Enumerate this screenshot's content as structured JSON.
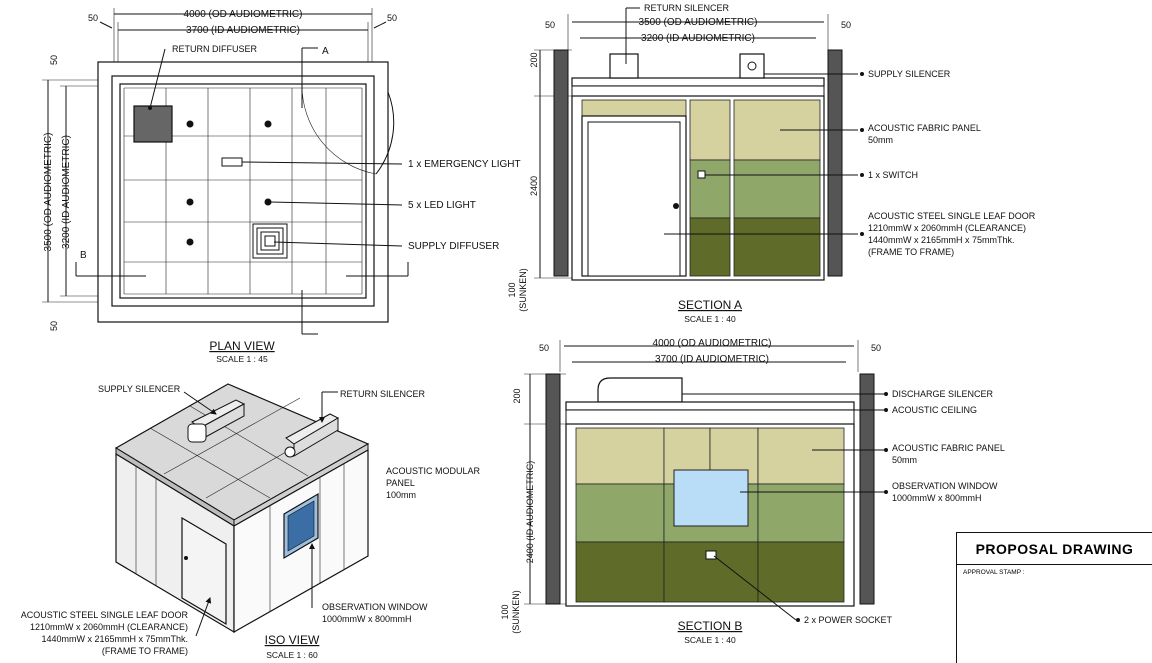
{
  "plan": {
    "title": "PLAN VIEW",
    "scale": "SCALE 1 : 45",
    "dim_od_w": "4000 (OD AUDIOMETRIC)",
    "dim_id_w": "3700 (ID AUDIOMETRIC)",
    "dim_od_h": "3500 (OD AUDIOMETRIC)",
    "dim_id_h": "3200 (ID AUDIOMETRIC)",
    "gap": "50",
    "label_return_diffuser": "RETURN DIFFUSER",
    "label_emergency": "1 x EMERGENCY LIGHT",
    "label_led": "5 x LED LIGHT",
    "label_supply_diffuser": "SUPPLY DIFFUSER",
    "mark_a": "A",
    "mark_b": "B"
  },
  "section_a": {
    "title": "SECTION A",
    "scale": "SCALE 1 : 40",
    "dim_od_w": "3500 (OD AUDIOMETRIC)",
    "dim_id_w": "3200 (ID AUDIOMETRIC)",
    "gap": "50",
    "dim_top": "200",
    "dim_height": "2400",
    "dim_sunken": "100",
    "dim_sunken_note": "(SUNKEN)",
    "label_return_silencer": "RETURN SILENCER",
    "label_supply_silencer": "SUPPLY SILENCER",
    "label_panel_1": "ACOUSTIC FABRIC PANEL",
    "label_panel_2": "50mm",
    "label_switch": "1 x SWITCH",
    "label_door_1": "ACOUSTIC STEEL SINGLE LEAF DOOR",
    "label_door_2": "1210mmW x 2060mmH (CLEARANCE)",
    "label_door_3": "1440mmW x 2165mmH x 75mmThk.",
    "label_door_4": "(FRAME TO FRAME)"
  },
  "iso": {
    "title": "ISO VIEW",
    "scale": "SCALE 1 : 60",
    "label_supply_silencer": "SUPPLY SILENCER",
    "label_return_silencer": "RETURN SILENCER",
    "label_modular_1": "ACOUSTIC MODULAR",
    "label_modular_2": "PANEL",
    "label_modular_3": "100mm",
    "label_door_1": "ACOUSTIC STEEL SINGLE LEAF DOOR",
    "label_door_2": "1210mmW x 2060mmH (CLEARANCE)",
    "label_door_3": "1440mmW x 2165mmH x 75mmThk.",
    "label_door_4": "(FRAME TO FRAME)",
    "label_window_1": "OBSERVATION WINDOW",
    "label_window_2": "1000mmW x 800mmH"
  },
  "section_b": {
    "title": "SECTION B",
    "scale": "SCALE 1 : 40",
    "dim_od_w": "4000 (OD AUDIOMETRIC)",
    "dim_id_w": "3700 (ID AUDIOMETRIC)",
    "gap": "50",
    "dim_top": "200",
    "dim_height": "2400 (ID AUDIOMETRIC)",
    "dim_sunken": "100",
    "dim_sunken_note": "(SUNKEN)",
    "label_discharge": "DISCHARGE SILENCER",
    "label_ceiling": "ACOUSTIC CEILING",
    "label_panel_1": "ACOUSTIC FABRIC PANEL",
    "label_panel_2": "50mm",
    "label_window_1": "OBSERVATION WINDOW",
    "label_window_2": "1000mmW x 800mmH",
    "label_socket": "2 x POWER SOCKET"
  },
  "stamp": {
    "title": "PROPOSAL DRAWING",
    "approval": "APPROVAL STAMP :"
  }
}
